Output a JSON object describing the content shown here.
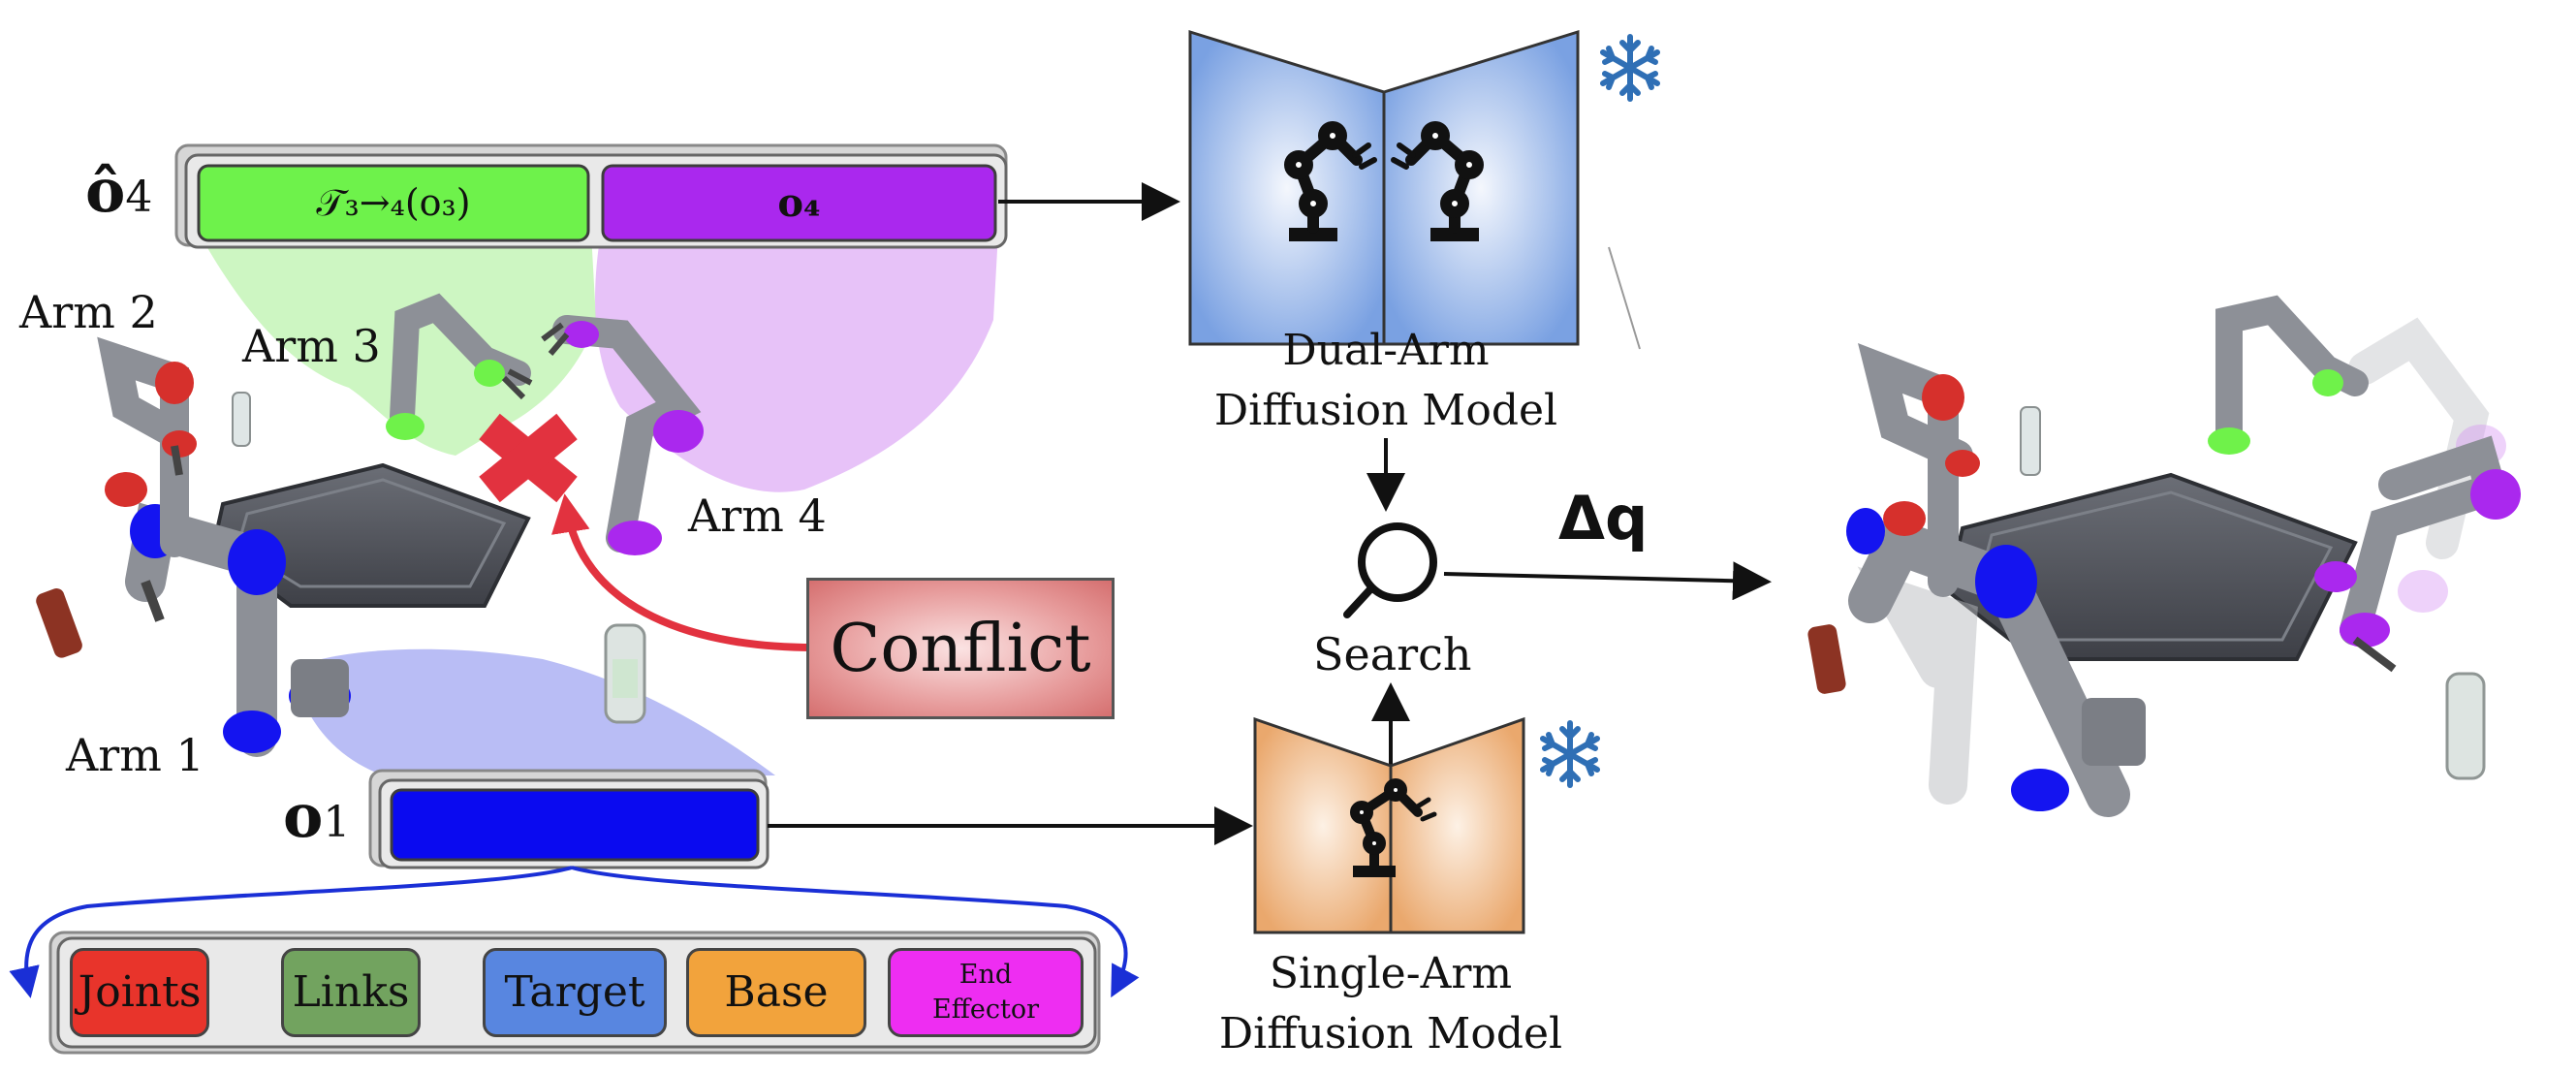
{
  "observations": {
    "o4hat": {
      "symbol": "ô",
      "sub": "4"
    },
    "o1": {
      "symbol": "o",
      "sub": "1"
    },
    "o4_bar": {
      "transform_label": "𝒯₃→₄(o₃)",
      "own_label": "o₄"
    }
  },
  "arm_labels": {
    "arm1": "Arm 1",
    "arm2": "Arm 2",
    "arm3": "Arm 3",
    "arm4": "Arm 4"
  },
  "conflict": "Conflict",
  "models": {
    "dual": {
      "line1": "Dual-Arm",
      "line2": "Diffusion Model"
    },
    "single": {
      "line1": "Single-Arm",
      "line2": "Diffusion Model"
    }
  },
  "search_label": "Search",
  "delta_q": "Δq",
  "features": [
    {
      "label": "Joints",
      "color": "#e8342b"
    },
    {
      "label": "Links",
      "color": "#72a35f"
    },
    {
      "label": "Target",
      "color": "#5886e0"
    },
    {
      "label": "Base",
      "color": "#f2a33c"
    },
    {
      "label": "End Effector",
      "color": "#ee2df2"
    }
  ],
  "colors": {
    "arm_blue": "#1414f0",
    "arm_green": "#6ff24a",
    "arm_purple": "#aa28ee",
    "arm_red": "#d6302c",
    "conflict_red": "#e2323f",
    "dual_model": "#7fa6e3",
    "single_model": "#efb37c",
    "snowflake": "#2f6fb5"
  },
  "icons": [
    "snowflake-icon",
    "magnifier-icon",
    "robot-arm-icon",
    "cross-icon"
  ]
}
